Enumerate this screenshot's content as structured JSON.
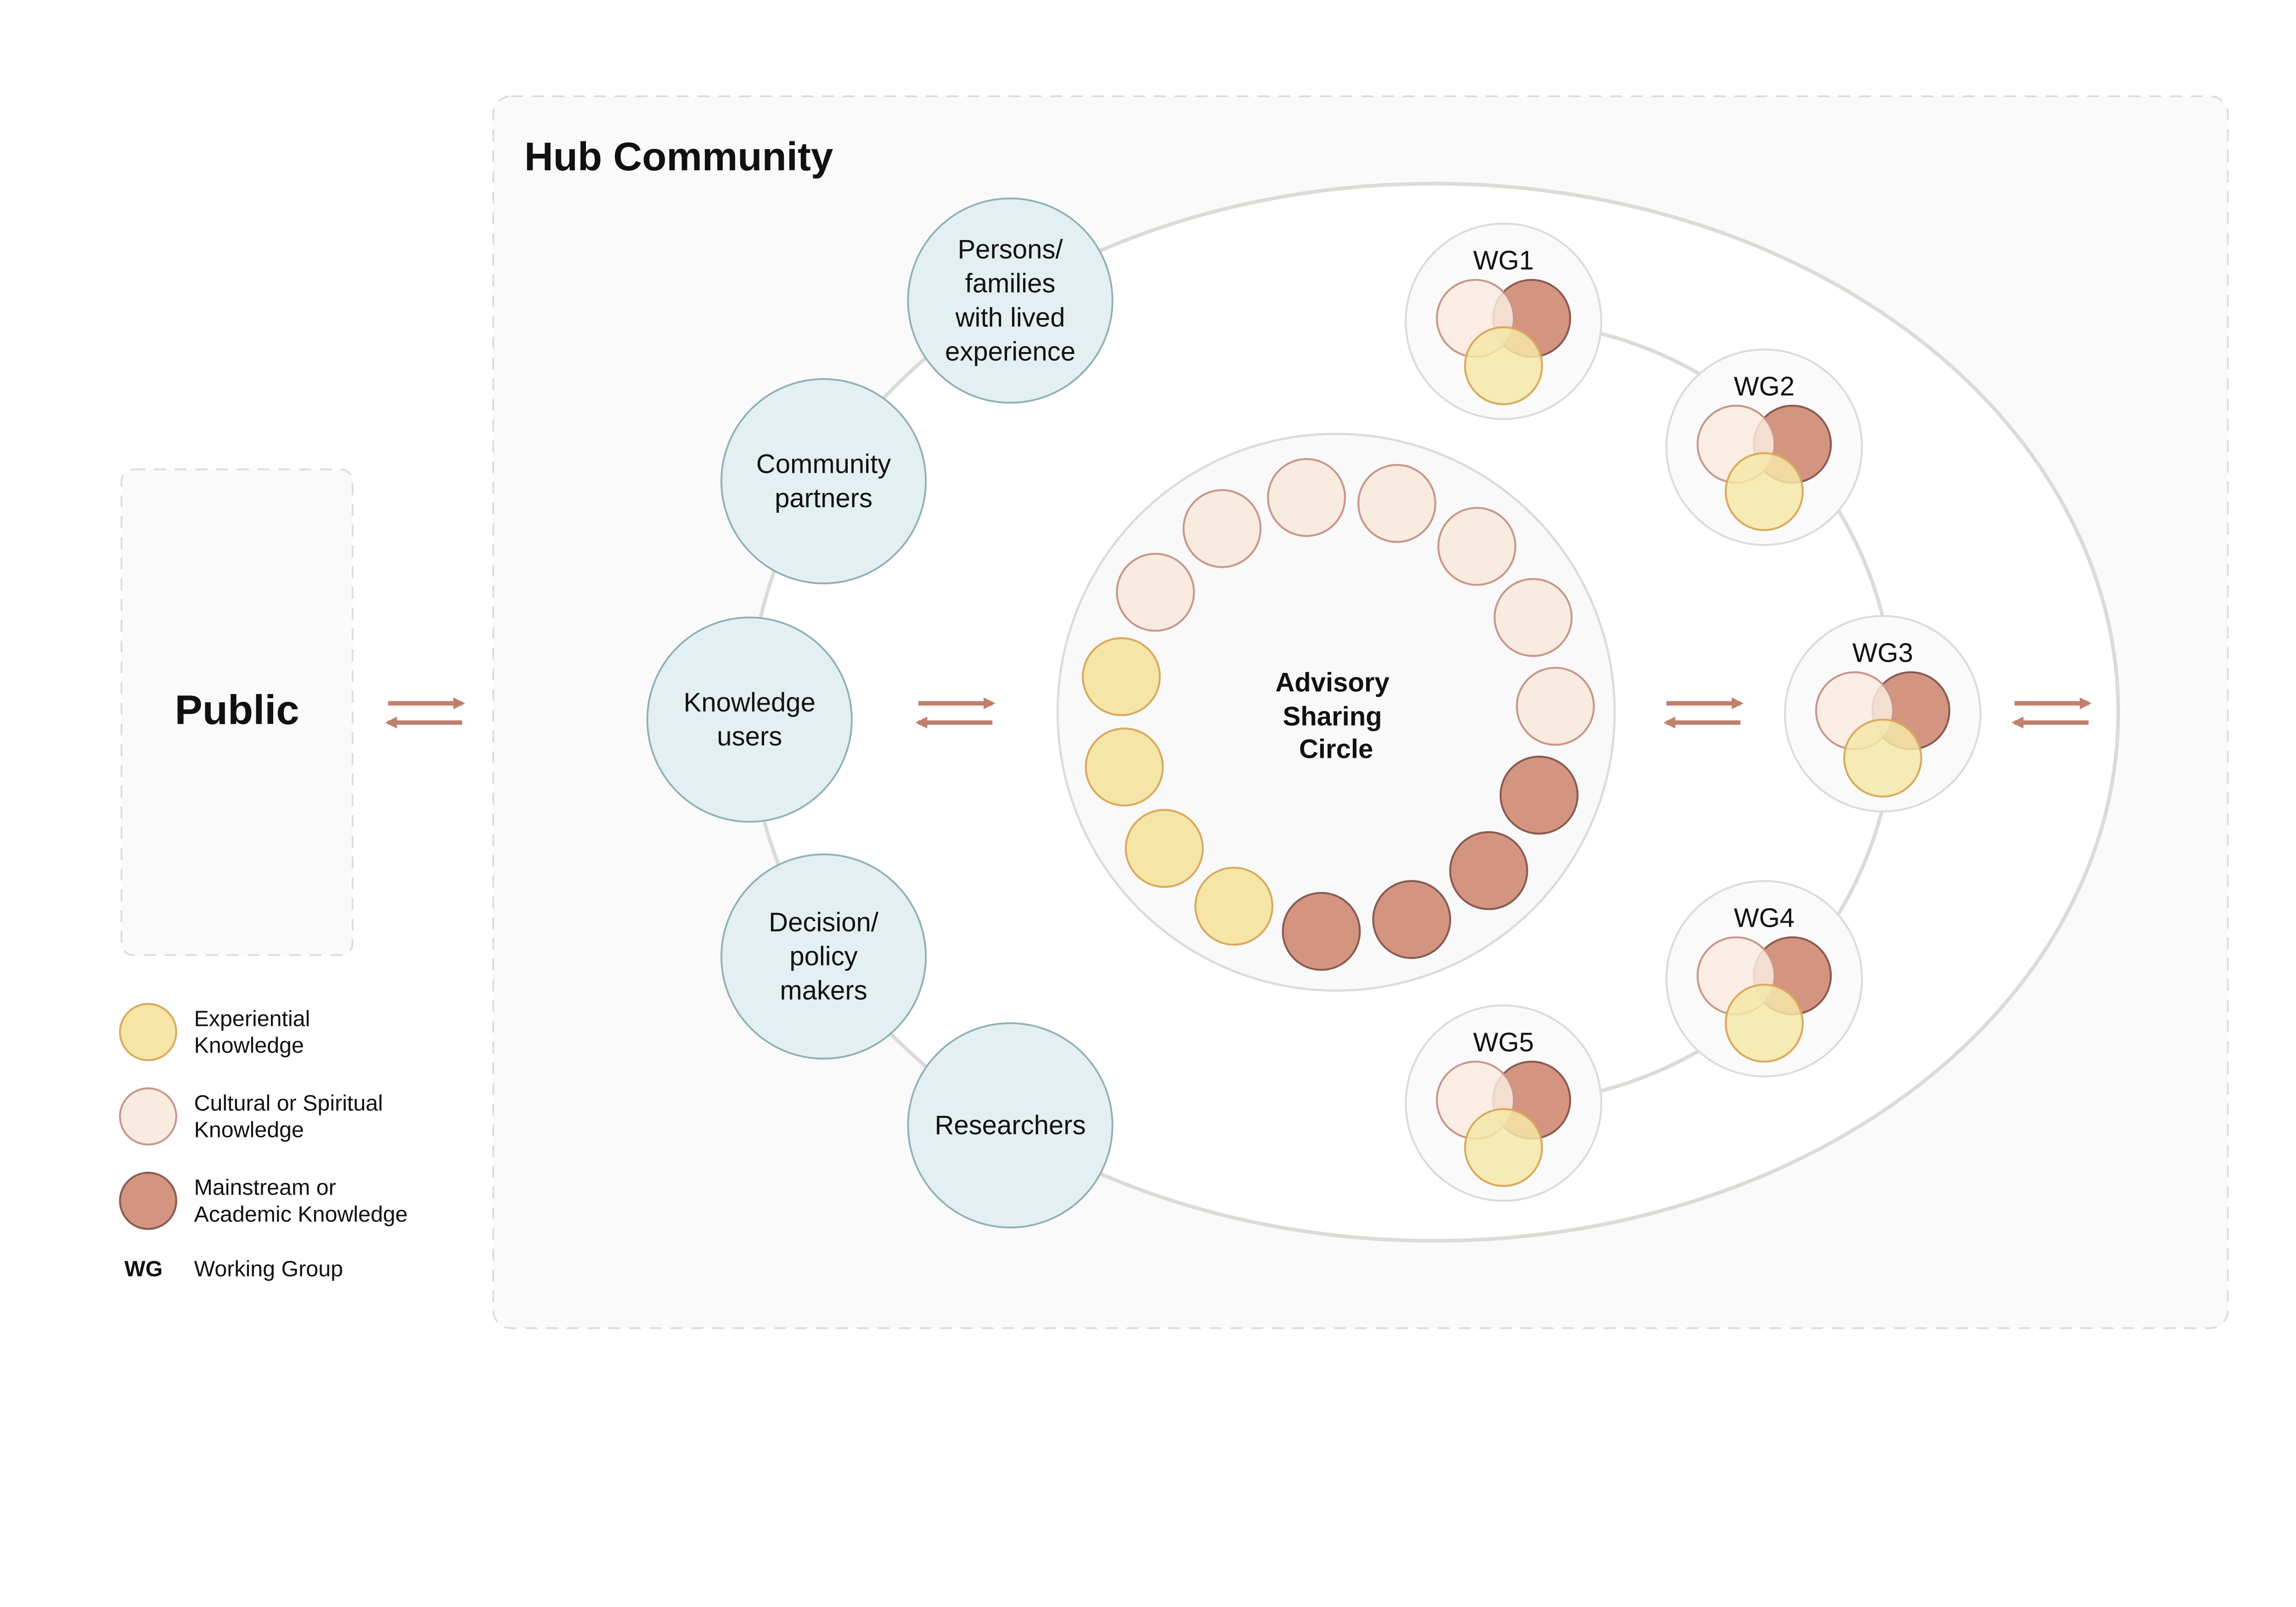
{
  "public": {
    "title": "Public"
  },
  "hub": {
    "title": "Hub Community",
    "stakeholders": [
      {
        "lines": [
          "Persons/",
          "families",
          "with lived",
          "experience"
        ]
      },
      {
        "lines": [
          "Community",
          "partners"
        ]
      },
      {
        "lines": [
          "Knowledge",
          "users"
        ]
      },
      {
        "lines": [
          "Decision/",
          "policy",
          "makers"
        ]
      },
      {
        "lines": [
          "Researchers"
        ]
      }
    ],
    "advisory": {
      "lines": [
        "Advisory",
        "Sharing",
        "Circle"
      ]
    },
    "working_groups": [
      {
        "label": "WG1"
      },
      {
        "label": "WG2"
      },
      {
        "label": "WG3"
      },
      {
        "label": "WG4"
      },
      {
        "label": "WG5"
      }
    ]
  },
  "legend": {
    "items": [
      {
        "lines": [
          "Experiential",
          "Knowledge"
        ],
        "type": "experiential"
      },
      {
        "lines": [
          "Cultural or Spiritual",
          "Knowledge"
        ],
        "type": "cultural"
      },
      {
        "lines": [
          "Mainstream or",
          "Academic Knowledge"
        ],
        "type": "mainstream"
      }
    ],
    "wg_abbrev": "WG",
    "wg_text": "Working Group"
  },
  "colors": {
    "experiential_fill": "#f5e6a8",
    "experiential_stroke": "#d9aa5c",
    "cultural_fill": "#f9ebdf",
    "cultural_stroke": "#c9978a",
    "mainstream_fill": "#d49580",
    "mainstream_stroke": "#8a5a52",
    "stakeholder_fill": "#e4eff1",
    "stakeholder_stroke": "#8fb0b8"
  },
  "advisory_members": {
    "cultural": 7,
    "mainstream": 4,
    "experiential": 4
  }
}
